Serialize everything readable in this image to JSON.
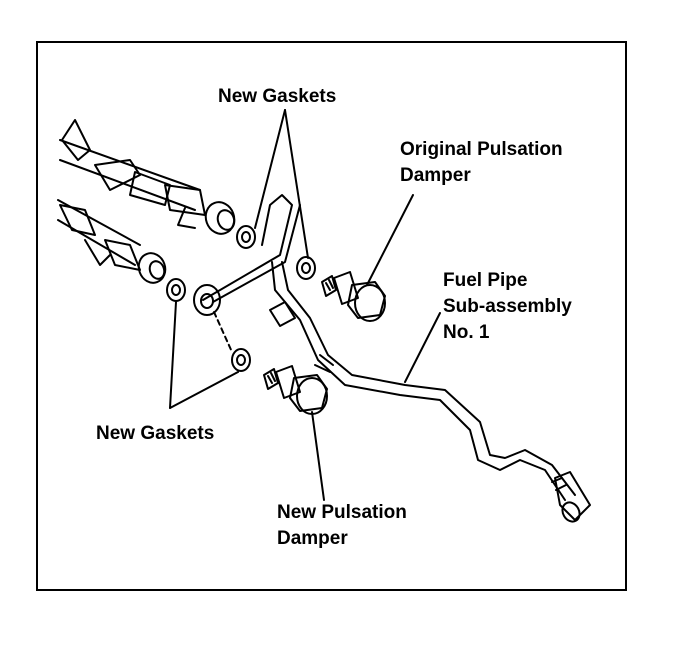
{
  "labels": {
    "new_gaskets_top": "New Gaskets",
    "original_damper_line1": "Original Pulsation",
    "original_damper_line2": "Damper",
    "fuel_pipe_line1": "Fuel Pipe",
    "fuel_pipe_line2": "Sub-assembly",
    "fuel_pipe_line3": "No. 1",
    "new_gaskets_bottom": "New Gaskets",
    "new_damper_line1": "New Pulsation",
    "new_damper_line2": "Damper"
  },
  "colors": {
    "ink": "#000000",
    "paper": "#ffffff"
  }
}
